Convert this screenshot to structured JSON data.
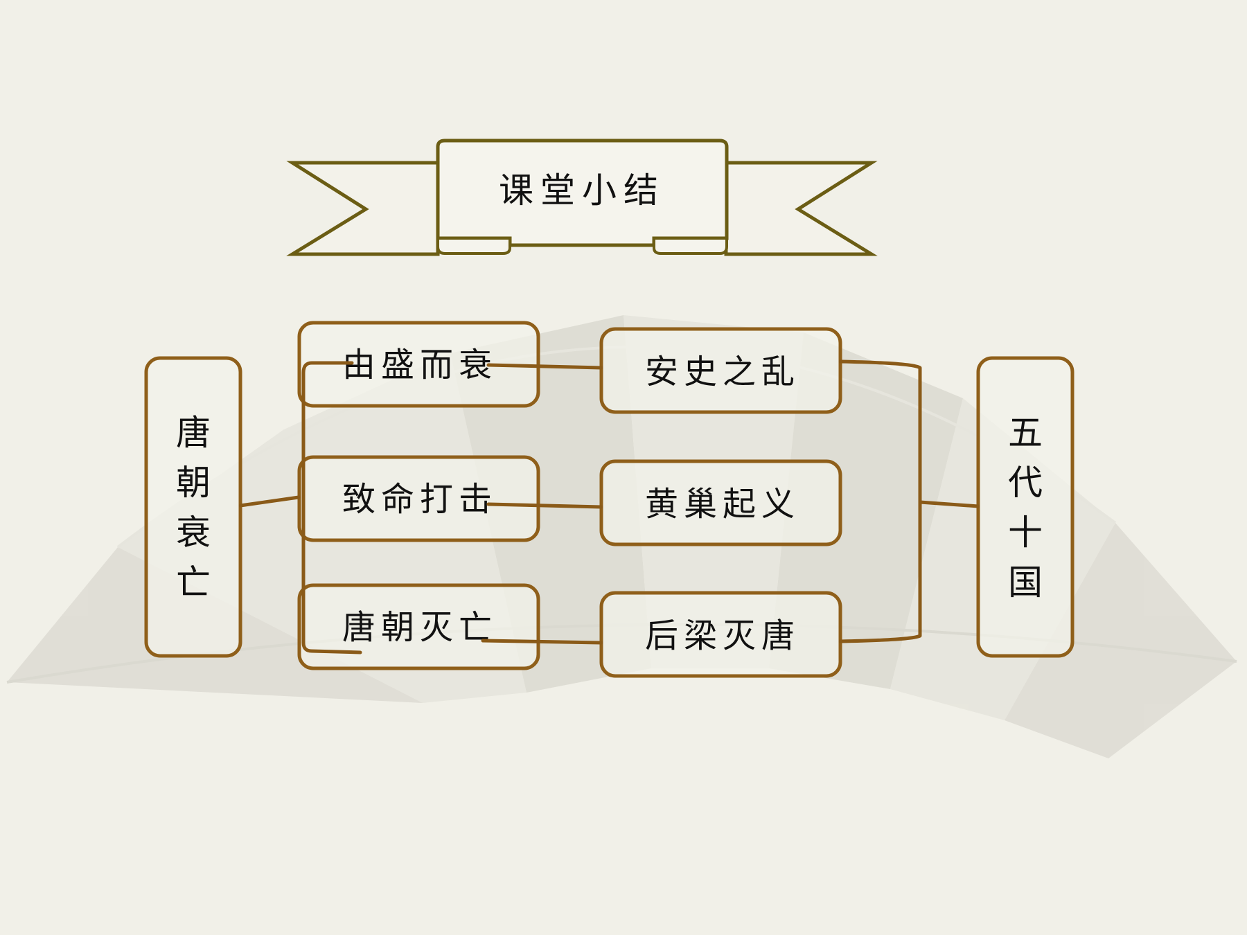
{
  "colors": {
    "background": "#f1f0e8",
    "fan_panel": "#e4e3da",
    "fan_panel_dark": "#d9d8cf",
    "banner_stroke": "#6b5d14",
    "node_stroke": "#8f5f1a",
    "connector": "#8a5a18",
    "text": "#111111"
  },
  "title": {
    "text": "课堂小结",
    "banner_shape": "ribbon-banner"
  },
  "left_root": {
    "chars": [
      "唐",
      "朝",
      "衰",
      "亡"
    ]
  },
  "right_result": {
    "chars": [
      "五",
      "代",
      "十",
      "国"
    ]
  },
  "stages": [
    {
      "label": "由盛而衰",
      "event": "安史之乱"
    },
    {
      "label": "致命打击",
      "event": "黄巢起义"
    },
    {
      "label": "唐朝灭亡",
      "event": "后梁灭唐"
    }
  ]
}
